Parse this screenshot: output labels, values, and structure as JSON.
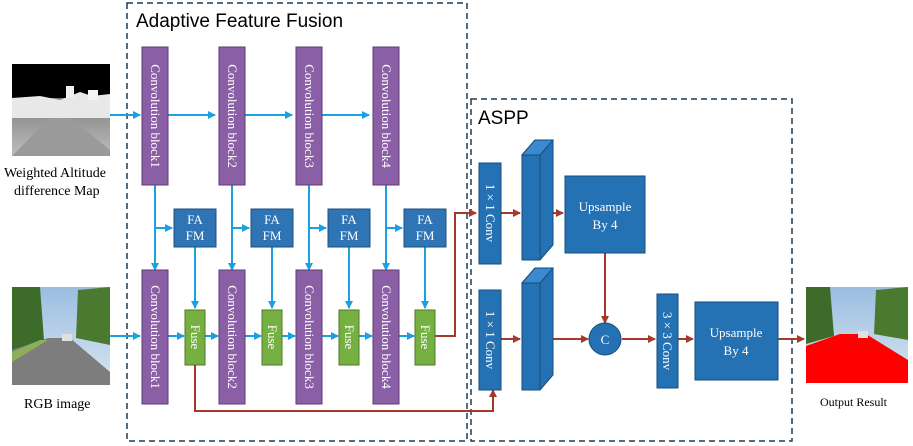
{
  "sections": {
    "aff_title": "Adaptive Feature Fusion",
    "aspp_title": "ASPP"
  },
  "inputs": {
    "altitude_label_line1": "Weighted Altitude",
    "altitude_label_line2": "difference Map",
    "rgb_label": "RGB image"
  },
  "output": {
    "label": "Output Result"
  },
  "conv_blocks_top": [
    "Convolution block1",
    "Convolution block2",
    "Convolution block3",
    "Convolution block4"
  ],
  "conv_blocks_bottom": [
    "Convolution block1",
    "Convolution block2",
    "Convolution block3",
    "Convolution block4"
  ],
  "fafm": {
    "line1": "FA",
    "line2": "FM"
  },
  "fuse_label": "Fuse",
  "aspp": {
    "conv1x1_top": "1 × 1 Conv",
    "conv1x1_bottom": "1 × 1 Conv",
    "upsample_top_line1": "Upsample",
    "upsample_top_line2": "By 4",
    "concat": "C",
    "conv3x3": "3 × 3 Conv",
    "upsample_bottom_line1": "Upsample",
    "upsample_bottom_line2": "By 4"
  },
  "colors": {
    "conv_block": "#8b5fa6",
    "fafm": "#2f74b5",
    "fuse": "#76b043",
    "aspp_blue": "#2471b3",
    "cyan_arrow": "#1ba1e2",
    "red_arrow": "#a33a2c",
    "dashed_border": "#1f3a52"
  }
}
